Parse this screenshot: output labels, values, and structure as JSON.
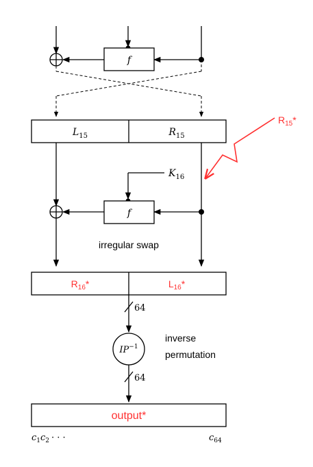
{
  "colors": {
    "ink": "#000000",
    "annotation": "#ff3030",
    "background": "#ffffff"
  },
  "labels": {
    "f_top": "f",
    "L15": {
      "main": "L",
      "sub": "15"
    },
    "R15": {
      "main": "R",
      "sub": "15"
    },
    "K16": {
      "main": "K",
      "sub": "16"
    },
    "f_bottom": "f",
    "irregular_swap": "irregular swap",
    "bits_top": "64",
    "bits_bottom": "64",
    "ip_inverse": {
      "main": "IP",
      "sup": "−1"
    },
    "inverse_permutation": [
      "inverse",
      "permutation"
    ],
    "output_start": {
      "c1": "c",
      "c1_sub": "1",
      "c2": "c",
      "c2_sub": "2",
      "dots": "· · ·"
    },
    "output_end": {
      "main": "c",
      "sub": "64"
    }
  },
  "annotations": {
    "R15_star": {
      "main": "R",
      "sub": "15",
      "star": "*"
    },
    "R16_star": {
      "main": "R",
      "sub": "16",
      "star": "*"
    },
    "L16_star": {
      "main": "L",
      "sub": "16",
      "star": "*"
    },
    "output_star": "output*"
  },
  "icons": {
    "xor": "xor-icon",
    "lightning": "lightning-arrow-icon"
  }
}
